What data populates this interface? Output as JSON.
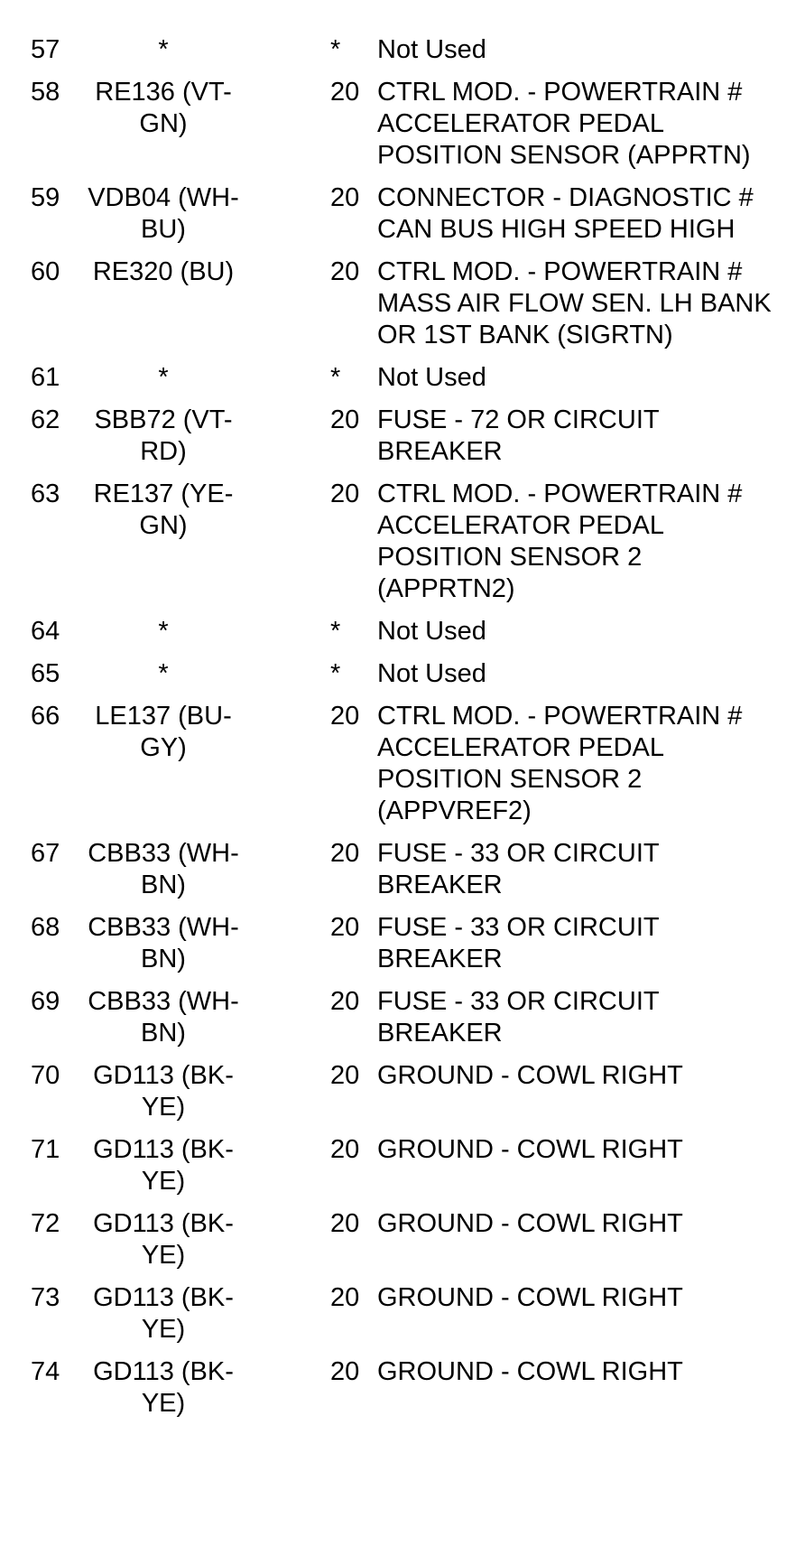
{
  "rows": [
    {
      "pin": "57",
      "circuit": "*",
      "gauge": "*",
      "function": "Not Used"
    },
    {
      "pin": "58",
      "circuit": "RE136 (VT-GN)",
      "gauge": "20",
      "function": "CTRL MOD. - POWERTRAIN # ACCELERATOR PEDAL POSITION SENSOR (APPRTN)"
    },
    {
      "pin": "59",
      "circuit": "VDB04 (WH-BU)",
      "gauge": "20",
      "function": "CONNECTOR - DIAGNOSTIC # CAN BUS HIGH SPEED HIGH"
    },
    {
      "pin": "60",
      "circuit": "RE320 (BU)",
      "gauge": "20",
      "function": "CTRL MOD. - POWERTRAIN # MASS AIR FLOW SEN. LH BANK OR 1ST BANK (SIGRTN)"
    },
    {
      "pin": "61",
      "circuit": "*",
      "gauge": "*",
      "function": "Not Used"
    },
    {
      "pin": "62",
      "circuit": "SBB72 (VT-RD)",
      "gauge": "20",
      "function": "FUSE - 72 OR CIRCUIT BREAKER"
    },
    {
      "pin": "63",
      "circuit": "RE137 (YE-GN)",
      "gauge": "20",
      "function": "CTRL MOD. - POWERTRAIN # ACCELERATOR PEDAL POSITION SENSOR 2 (APPRTN2)"
    },
    {
      "pin": "64",
      "circuit": "*",
      "gauge": "*",
      "function": "Not Used"
    },
    {
      "pin": "65",
      "circuit": "*",
      "gauge": "*",
      "function": "Not Used"
    },
    {
      "pin": "66",
      "circuit": "LE137 (BU-GY)",
      "gauge": "20",
      "function": "CTRL MOD. - POWERTRAIN # ACCELERATOR PEDAL POSITION SENSOR 2 (APPVREF2)"
    },
    {
      "pin": "67",
      "circuit": "CBB33 (WH-BN)",
      "gauge": "20",
      "function": "FUSE - 33 OR CIRCUIT BREAKER"
    },
    {
      "pin": "68",
      "circuit": "CBB33 (WH-BN)",
      "gauge": "20",
      "function": "FUSE - 33 OR CIRCUIT BREAKER"
    },
    {
      "pin": "69",
      "circuit": "CBB33 (WH-BN)",
      "gauge": "20",
      "function": "FUSE - 33 OR CIRCUIT BREAKER"
    },
    {
      "pin": "70",
      "circuit": "GD113 (BK-YE)",
      "gauge": "20",
      "function": "GROUND - COWL RIGHT"
    },
    {
      "pin": "71",
      "circuit": "GD113 (BK-YE)",
      "gauge": "20",
      "function": "GROUND - COWL RIGHT"
    },
    {
      "pin": "72",
      "circuit": "GD113 (BK-YE)",
      "gauge": "20",
      "function": "GROUND - COWL RIGHT"
    },
    {
      "pin": "73",
      "circuit": "GD113 (BK-YE)",
      "gauge": "20",
      "function": "GROUND - COWL RIGHT"
    },
    {
      "pin": "74",
      "circuit": "GD113 (BK-YE)",
      "gauge": "20",
      "function": "GROUND - COWL RIGHT"
    }
  ]
}
